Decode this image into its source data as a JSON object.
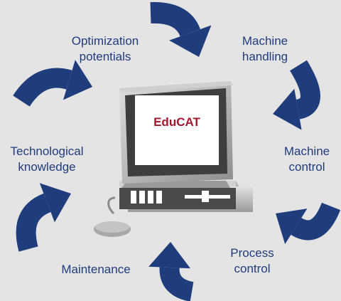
{
  "screen": {
    "brand_text": "EduCAT",
    "brand_color": "#a4172f"
  },
  "colors": {
    "arrow": "#1f3c7c",
    "label": "#1f3c7c",
    "background": "#e4e4e4"
  },
  "labels": {
    "optimization": [
      "Optimization",
      "potentials"
    ],
    "machine_handling": [
      "Machine",
      "handling"
    ],
    "technological_knowledge": [
      "Technological",
      "knowledge"
    ],
    "machine_control": [
      "Machine",
      "control"
    ],
    "maintenance": [
      "Maintenance"
    ],
    "process_control": [
      "Process",
      "control"
    ]
  }
}
